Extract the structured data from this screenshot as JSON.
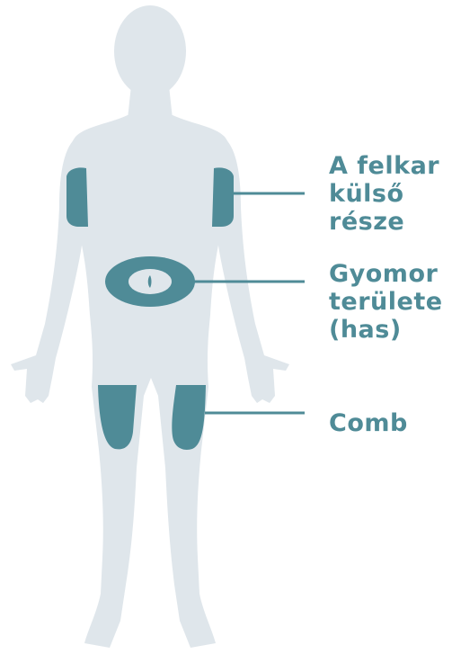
{
  "colors": {
    "body": "#dfe6eb",
    "zone": "#4f8b97",
    "zone_inner": "#dfe6eb",
    "leader": "#4f8b97",
    "label": "#4f8b97"
  },
  "labels": {
    "upper_arm": [
      "A felkar",
      "külső",
      "része"
    ],
    "stomach": [
      "Gyomor",
      "területe",
      "(has)"
    ],
    "thigh": [
      "Comb"
    ]
  }
}
